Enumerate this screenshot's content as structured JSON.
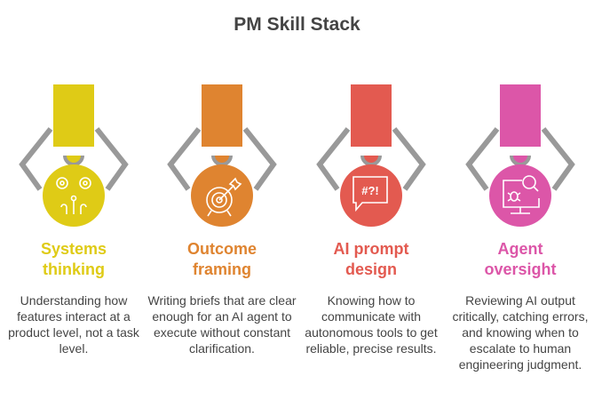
{
  "title": "PM Skill Stack",
  "colors": {
    "claw": "#999999"
  },
  "items": [
    {
      "heading_line1": "Systems",
      "heading_line2": "thinking",
      "color": "#dfcb16",
      "icon": "gears-circuit-icon",
      "description": "Understanding how features interact at a product level, not a task level."
    },
    {
      "heading_line1": "Outcome",
      "heading_line2": "framing",
      "color": "#df8430",
      "icon": "target-arrow-icon",
      "description": "Writing briefs that are clear enough for an AI agent to execute without constant clarification."
    },
    {
      "heading_line1": "AI prompt",
      "heading_line2": "design",
      "color": "#e35a50",
      "icon": "speech-bubble-icon",
      "description": "Knowing how to communicate with autonomous tools to get reliable, precise results."
    },
    {
      "heading_line1": "Agent",
      "heading_line2": "oversight",
      "color": "#dc56a8",
      "icon": "bug-search-monitor-icon",
      "description": "Reviewing AI output critically, catching errors, and knowing when to escalate to human engineering judgment."
    }
  ]
}
